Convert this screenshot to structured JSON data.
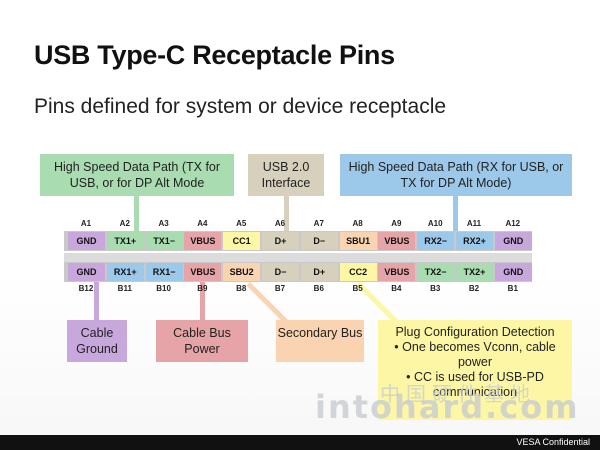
{
  "title": "USB Type-C Receptacle Pins",
  "subtitle": "Pins defined for system or device receptacle",
  "callouts": {
    "hs_tx": "High Speed Data Path (TX for USB, or for DP Alt Mode",
    "usb2": "USB 2.0 Interface",
    "hs_rx": "High Speed Data Path (RX for USB, or TX for DP Alt Mode)",
    "cable_ground": "Cable Ground",
    "cable_power": "Cable Bus Power",
    "secondary_bus": "Secondary Bus",
    "plug_config": {
      "title": "Plug Configuration Detection",
      "bullet1": "One becomes Vconn, cable power",
      "bullet2": "CC is used for USB-PD communication"
    }
  },
  "top_row": {
    "labels": [
      "A1",
      "A2",
      "A3",
      "A4",
      "A5",
      "A6",
      "A7",
      "A8",
      "A9",
      "A10",
      "A11",
      "A12"
    ],
    "pins": [
      "GND",
      "TX1+",
      "TX1−",
      "VBUS",
      "CC1",
      "D+",
      "D−",
      "SBU1",
      "VBUS",
      "RX2−",
      "RX2+",
      "GND"
    ]
  },
  "bottom_row": {
    "labels": [
      "B12",
      "B11",
      "B10",
      "B9",
      "B8",
      "B7",
      "B6",
      "B5",
      "B4",
      "B3",
      "B2",
      "B1"
    ],
    "pins": [
      "GND",
      "RX1+",
      "RX1−",
      "VBUS",
      "SBU2",
      "D−",
      "D+",
      "CC2",
      "VBUS",
      "TX2−",
      "TX2+",
      "GND"
    ]
  },
  "colors": {
    "gnd": "#c8a8dc",
    "hs_tx": "#a9dcb0",
    "hs_rx": "#9cc8ea",
    "vbus": "#e6a4a8",
    "cc": "#fdf6a4",
    "usb2": "#d6d0bd",
    "sbu": "#fad3b0"
  },
  "watermark": "intohard.com",
  "watermark_cn": "中国硬件基地",
  "footer": "VESA Confidential"
}
